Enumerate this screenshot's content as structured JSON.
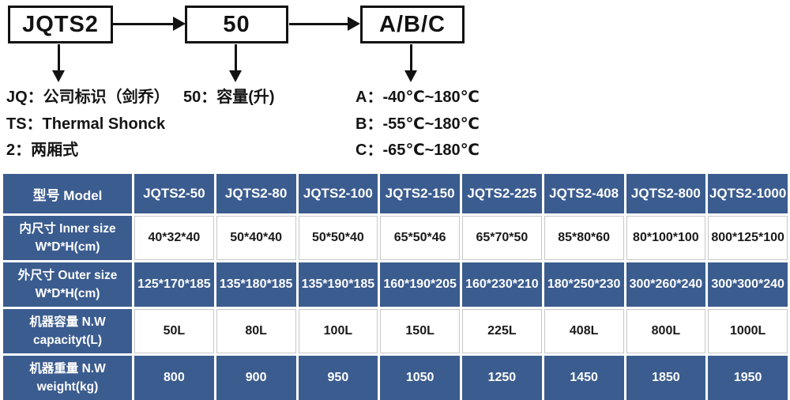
{
  "diagram": {
    "boxes": [
      {
        "label": "JQTS2"
      },
      {
        "label": "50"
      },
      {
        "label": "A/B/C"
      }
    ],
    "notes": {
      "jq": "JQ：公司标识（剑乔）",
      "capacity": "50：容量(升)",
      "ts": "TS：Thermal Shonck",
      "two_box": "2：两厢式",
      "temp_a": "A：-40℃~180℃",
      "temp_b": "B：-55℃~180℃",
      "temp_c": "C：-65℃~180℃"
    }
  },
  "table": {
    "header": [
      "型号 Model",
      "JQTS2-50",
      "JQTS2-80",
      "JQTS2-100",
      "JQTS2-150",
      "JQTS2-225",
      "JQTS2-408",
      "JQTS2-800",
      "JQTS2-1000"
    ],
    "rows": [
      {
        "label_cn": "内尺寸 Inner size",
        "label_en": "W*D*H(cm)",
        "style": "light",
        "values": [
          "40*32*40",
          "50*40*40",
          "50*50*40",
          "65*50*46",
          "65*70*50",
          "85*80*60",
          "80*100*100",
          "800*125*100"
        ]
      },
      {
        "label_cn": "外尺寸 Outer size",
        "label_en": "W*D*H(cm)",
        "style": "dark",
        "values": [
          "125*170*185",
          "135*180*185",
          "135*190*185",
          "160*190*205",
          "160*230*210",
          "180*250*230",
          "300*260*240",
          "300*300*240"
        ]
      },
      {
        "label_cn": "机器容量 N.W",
        "label_en": "capacityt(L)",
        "style": "light",
        "values": [
          "50L",
          "80L",
          "100L",
          "150L",
          "225L",
          "408L",
          "800L",
          "1000L"
        ]
      },
      {
        "label_cn": "机器重量 N.W",
        "label_en": "weight(kg)",
        "style": "dark",
        "values": [
          "800",
          "900",
          "950",
          "1050",
          "1250",
          "1450",
          "1850",
          "1950"
        ]
      }
    ],
    "colors": {
      "header_blue": "#3b5c8f",
      "light_border": "#c8c8c8",
      "text_dark": "#1a1a1a"
    }
  }
}
